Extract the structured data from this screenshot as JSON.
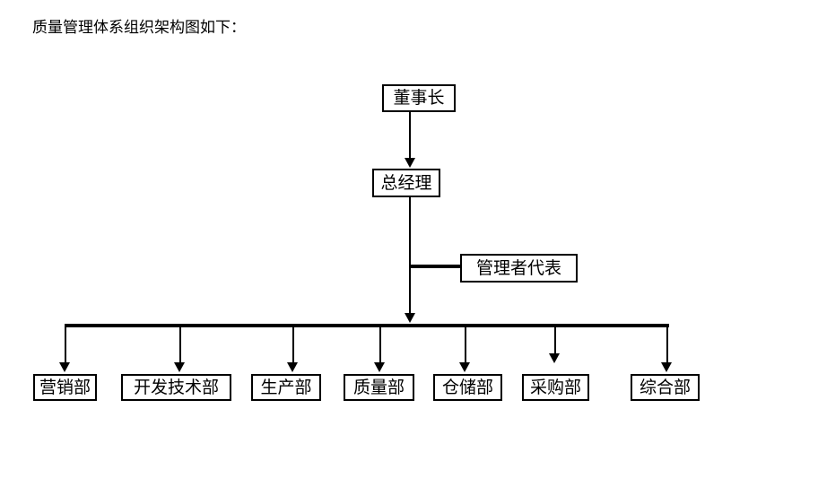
{
  "page": {
    "title": "质量管理体系组织架构图如下："
  },
  "orgchart": {
    "nodes": {
      "chairman": "董事长",
      "general_manager": "总经理",
      "management_representative": "管理者代表"
    },
    "departments": [
      "营销部",
      "开发技术部",
      "生产部",
      "质量部",
      "仓储部",
      "采购部",
      "综合部"
    ],
    "colors": {
      "background": "#ffffff",
      "line": "#000000",
      "box_border": "#000000",
      "text": "#000000"
    }
  }
}
